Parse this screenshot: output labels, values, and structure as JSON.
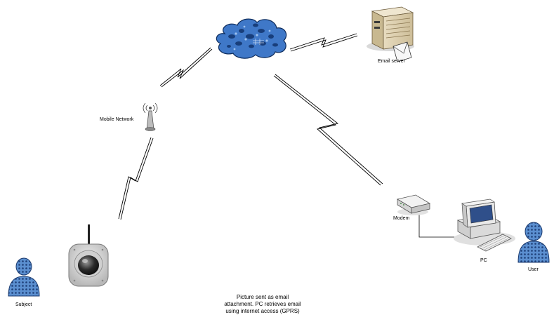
{
  "labels": {
    "email_server": "Email server",
    "mobile_network": "Mobile Network",
    "modem": "Modem",
    "pc": "PC",
    "user": "User",
    "subject": "Subject"
  },
  "caption": "Picture sent as email attachment. PC retrieves email using internet access (GPRS)",
  "colors": {
    "cloud": "#3f78c8",
    "person": "#6f9fd8",
    "line": "#000000"
  }
}
